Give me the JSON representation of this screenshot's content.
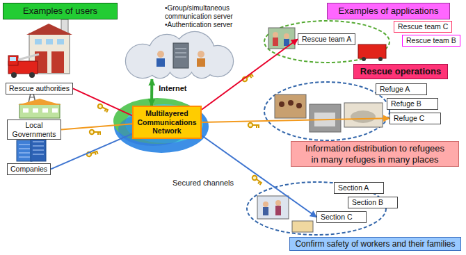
{
  "diagram": {
    "nodes": [
      {
        "text": [
          "Examples of users"
        ]
      },
      {
        "text": [
          "Rescue authorities"
        ]
      },
      {
        "text": [
          "Local Governments"
        ]
      },
      {
        "text": [
          "Companies"
        ]
      },
      {
        "text": [
          "•Group/simultaneous communication server",
          "•Authentication server"
        ]
      },
      {
        "text": [
          "Multilayered Communications Network"
        ]
      },
      {
        "text": [
          "Examples of applications"
        ]
      },
      {
        "text": [
          "Rescue team C"
        ]
      },
      {
        "text": [
          "Rescue team B"
        ]
      },
      {
        "text": [
          "Rescue team A"
        ]
      },
      {
        "text": [
          "Rescue operations"
        ]
      },
      {
        "text": [
          "Refuge A"
        ]
      },
      {
        "text": [
          "Refuge B"
        ]
      },
      {
        "text": [
          "Refuge C"
        ]
      },
      {
        "text": [
          "Information distribution to refugees in many refuges in many places"
        ]
      },
      {
        "text": [
          "Section A"
        ]
      },
      {
        "text": [
          "Section B"
        ]
      },
      {
        "text": [
          "Section C"
        ]
      },
      {
        "text": [
          "Confirm safety of workers and their families"
        ]
      }
    ],
    "edges": [
      {
        "from": 1,
        "to": 5,
        "arrow": "none"
      },
      {
        "from": 2,
        "to": 5,
        "arrow": "none"
      },
      {
        "from": 3,
        "to": 5,
        "arrow": "none"
      },
      {
        "from": 5,
        "to": 9,
        "arrow": "to"
      },
      {
        "from": 5,
        "to": 13,
        "arrow": "to"
      },
      {
        "from": 5,
        "to": 17,
        "arrow": "to"
      },
      {
        "from": 5,
        "to": 4,
        "label": "Internet",
        "arrow": "both"
      }
    ],
    "labels": [
      "Secured channels"
    ]
  }
}
